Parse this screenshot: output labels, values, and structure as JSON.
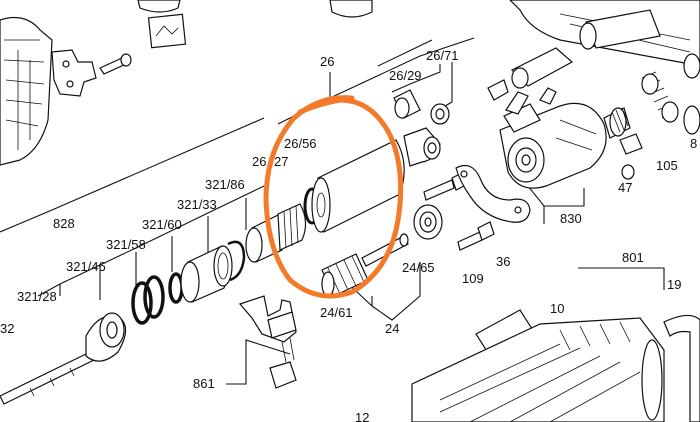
{
  "labels": {
    "l26": "26",
    "l26_29": "26/29",
    "l26_71": "26/71",
    "l26_56": "26/56",
    "l26a": "26",
    "l27": "27",
    "l321_86": "321/86",
    "l321_33": "321/33",
    "l321_60": "321/60",
    "l321_58": "321/58",
    "l828": "828",
    "l321_46": "321/46",
    "l321_28": "321/28",
    "l32": "32",
    "l24_65": "24/65",
    "l24_61": "24/61",
    "l24": "24",
    "l109": "109",
    "l36": "36",
    "l830": "830",
    "l47": "47",
    "l105": "105",
    "l8": "8",
    "l801": "801",
    "l19": "19",
    "l10": "10",
    "l861": "861",
    "l12": "12"
  },
  "colors": {
    "highlight": "#F47A2A",
    "ink": "#111111"
  }
}
